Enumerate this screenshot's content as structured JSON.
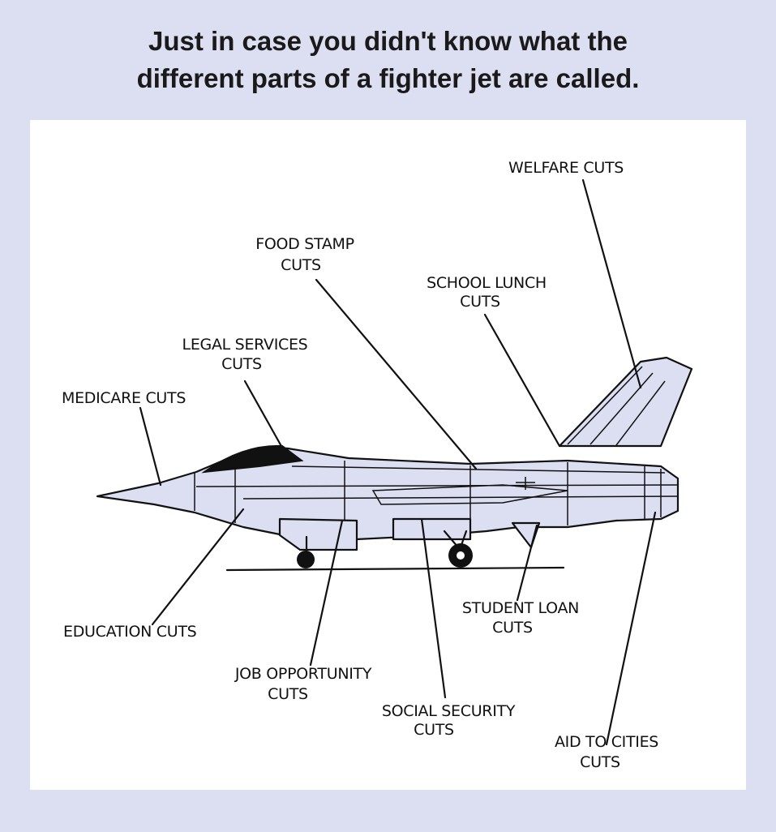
{
  "header": {
    "line1": "Just in case you didn't know what the",
    "line2": "different parts of a fighter jet are called."
  },
  "labels": {
    "welfare": "WELFARE CUTS",
    "food_stamp_1": "FOOD STAMP",
    "food_stamp_2": "CUTS",
    "school_lunch_1": "SCHOOL LUNCH",
    "school_lunch_2": "CUTS",
    "legal_services_1": "LEGAL SERVICES",
    "legal_services_2": "CUTS",
    "medicare": "MEDICARE CUTS",
    "education": "EDUCATION CUTS",
    "student_loan_1": "STUDENT LOAN",
    "student_loan_2": "CUTS",
    "job_opportunity_1": "JOB OPPORTUNITY",
    "job_opportunity_2": "CUTS",
    "social_security_1": "SOCIAL SECURITY",
    "social_security_2": "CUTS",
    "aid_to_cities_1": "AID TO CITIES",
    "aid_to_cities_2": "CUTS"
  },
  "colors": {
    "background": "#dcdff2",
    "panel": "#ffffff",
    "jet_fill": "#dcdff2",
    "ink": "#111111"
  }
}
